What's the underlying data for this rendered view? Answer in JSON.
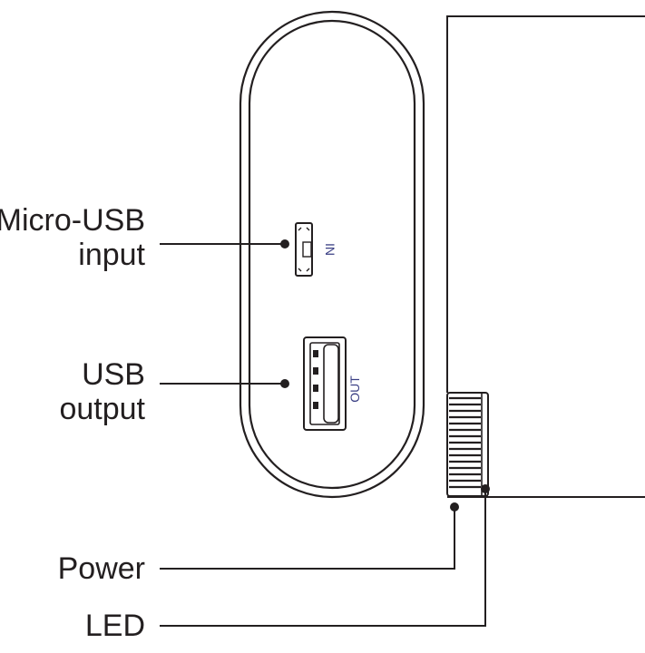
{
  "colors": {
    "line": "#231f20",
    "port_label": "#3a3f84",
    "background": "#ffffff"
  },
  "callouts": {
    "micro_usb_line1": "Micro-USB",
    "micro_usb_line2": "input",
    "usb_line1": "USB",
    "usb_line2": "output",
    "power": "Power",
    "led": "LED"
  },
  "port_labels": {
    "in": "IN",
    "out": "OUT"
  }
}
